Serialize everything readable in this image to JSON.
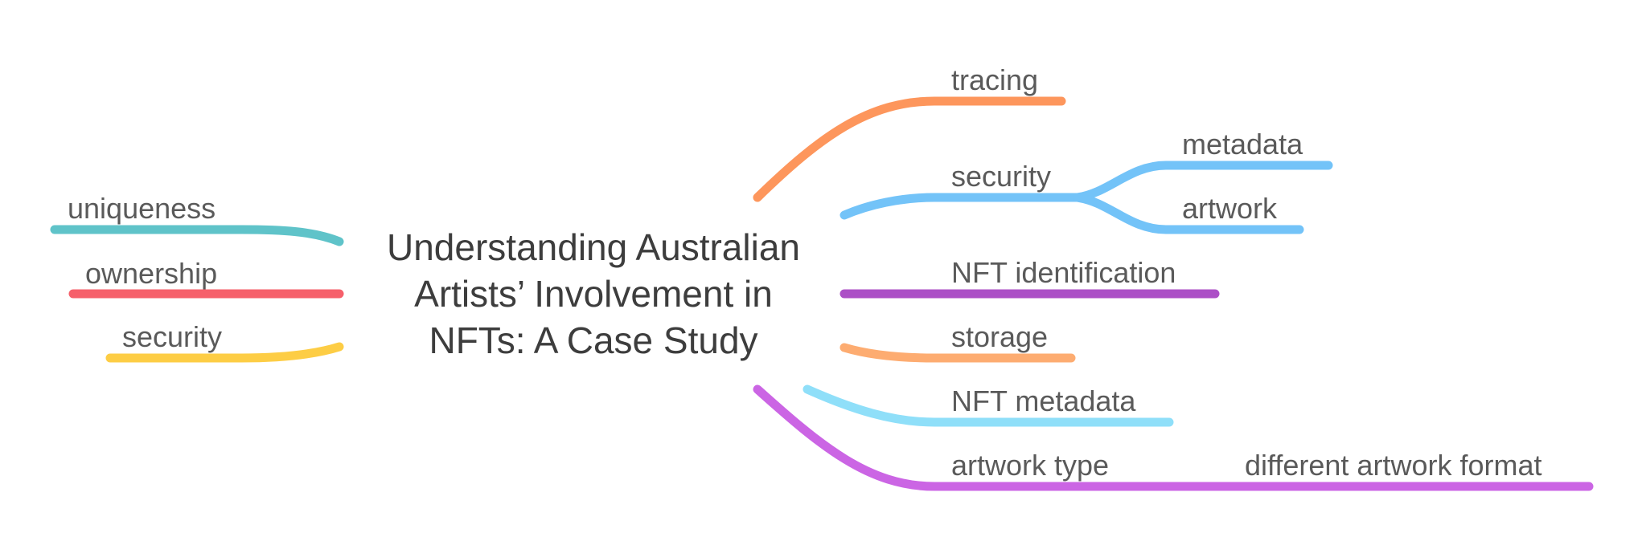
{
  "central_topic": {
    "lines": [
      "Understanding Australian",
      "Artists’ Involvement in",
      "NFTs: A Case Study"
    ]
  },
  "left_branches": [
    {
      "id": "uniqueness",
      "label": "uniqueness",
      "color": "#5fc3c9"
    },
    {
      "id": "ownership",
      "label": "ownership",
      "color": "#f6606b"
    },
    {
      "id": "security-left",
      "label": "security",
      "color": "#fdcd45"
    }
  ],
  "right_branches": [
    {
      "id": "tracing",
      "label": "tracing",
      "color": "#fd965c",
      "children": []
    },
    {
      "id": "security-right",
      "label": "security",
      "color": "#73c3f8",
      "children": [
        {
          "id": "metadata",
          "label": "metadata"
        },
        {
          "id": "artwork",
          "label": "artwork"
        }
      ]
    },
    {
      "id": "nft-identification",
      "label": "NFT identification",
      "color": "#ac4fc6",
      "children": []
    },
    {
      "id": "storage",
      "label": "storage",
      "color": "#fdac71",
      "children": []
    },
    {
      "id": "nft-metadata",
      "label": "NFT metadata",
      "color": "#8fdff9",
      "children": []
    },
    {
      "id": "artwork-type",
      "label": "artwork type",
      "color": "#cb65e4",
      "children": [
        {
          "id": "different-artwork-format",
          "label": "different artwork format"
        }
      ]
    }
  ]
}
